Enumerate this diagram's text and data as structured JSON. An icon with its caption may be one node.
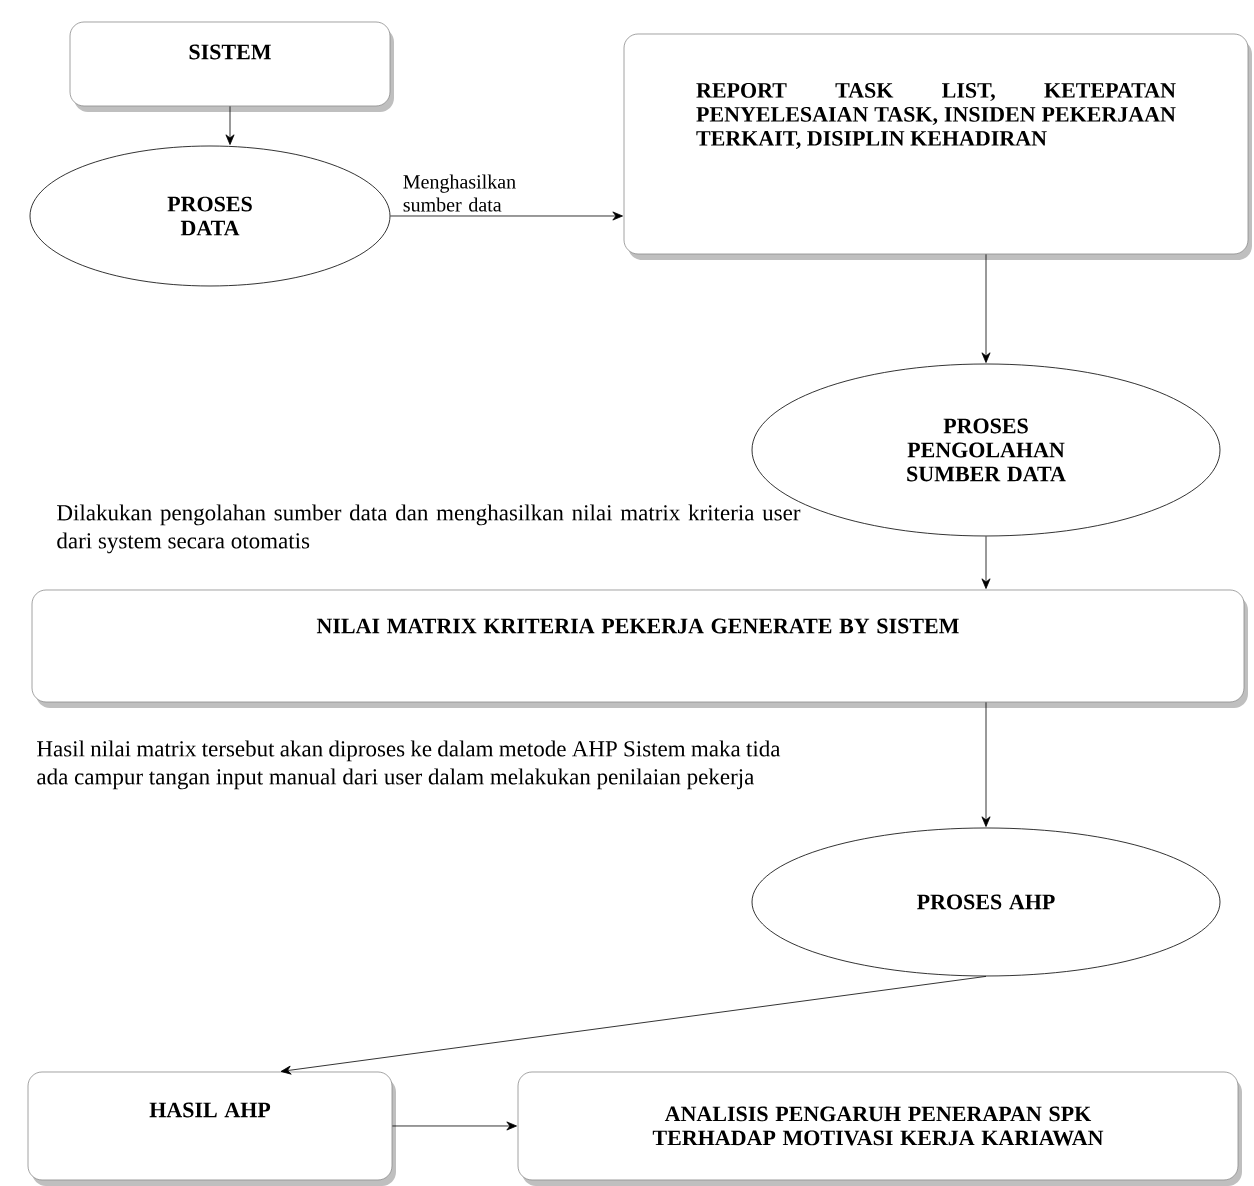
{
  "diagram": {
    "nodes": [
      {
        "text": [
          "SISTEM"
        ]
      },
      {
        "text": [
          "PROSES DATA"
        ]
      },
      {
        "text": [
          "REPORT TASK LIST, KETEPATAN PENYELESAIAN TASK, INSIDEN PEKERJAAN TERKAIT, DISIPLIN KEHADIRAN"
        ]
      },
      {
        "text": [
          "PROSES PENGOLAHAN SUMBER DATA"
        ]
      },
      {
        "text": [
          "NILAI MATRIX KRITERIA PEKERJA GENERATE BY SISTEM"
        ]
      },
      {
        "text": [
          "PROSES AHP"
        ]
      },
      {
        "text": [
          "HASIL AHP"
        ]
      },
      {
        "text": [
          "ANALISIS PENGARUH PENERAPAN SPK TERHADAP MOTIVASI KERJA KARIAWAN"
        ]
      }
    ],
    "edges": [
      {
        "from": 0,
        "to": 1,
        "arrow": "to"
      },
      {
        "from": 1,
        "to": 2,
        "arrow": "to",
        "label": "Menghasilkan sumber data"
      },
      {
        "from": 2,
        "to": 3,
        "arrow": "to"
      },
      {
        "from": 3,
        "to": 4,
        "arrow": "to"
      },
      {
        "from": 4,
        "to": 5,
        "arrow": "to"
      },
      {
        "from": 5,
        "to": 6,
        "arrow": "to"
      },
      {
        "from": 6,
        "to": 7,
        "arrow": "to"
      }
    ],
    "labels": [
      "Dilakukan pengolahan sumber data dan menghasilkan nilai matrix kriteria user dari system secara otomatis",
      "Hasil nilai matrix tersebut akan diproses ke dalam metode AHP Sistem maka tida ada campur tangan input manual dari user dalam melakukan penilaian pekerja"
    ]
  }
}
